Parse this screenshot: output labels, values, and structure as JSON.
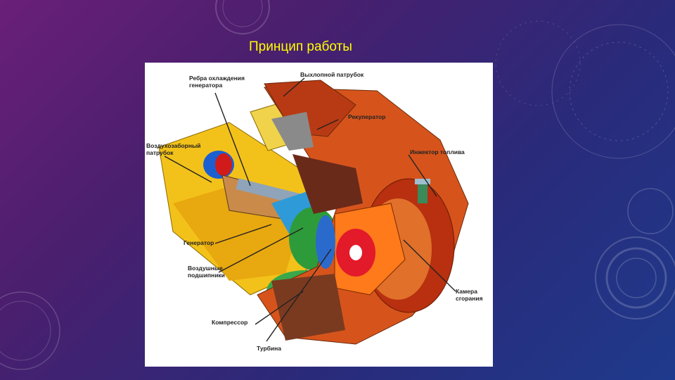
{
  "slide": {
    "title": "Принцип работы"
  },
  "diagram": {
    "labels": {
      "cooling_fins_1": "Ребра охлаждения",
      "cooling_fins_2": "генератора",
      "exhaust_pipe": "Выхлопной патрубок",
      "recuperator": "Рекуператор",
      "air_intake_1": "Воздухозаборный",
      "air_intake_2": "патрубок",
      "fuel_injector": "Инжектор топлива",
      "generator": "Генератор",
      "air_bearings_1": "Воздушные",
      "air_bearings_2": "подшипники",
      "combustion_chamber_1": "Камера",
      "combustion_chamber_2": "сгорания",
      "compressor": "Компрессор",
      "turbine": "Турбина"
    }
  }
}
